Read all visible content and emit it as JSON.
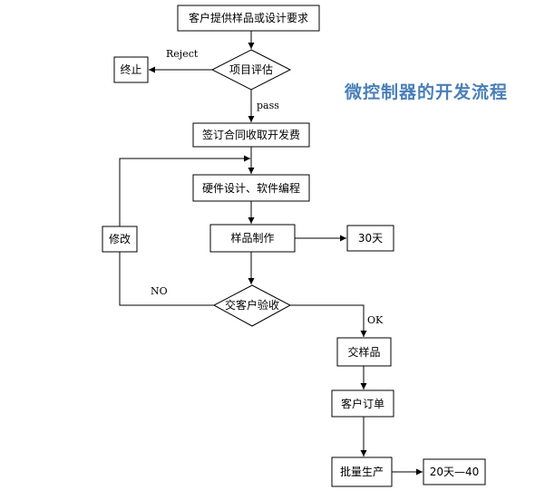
{
  "title": "微控制器的开发流程",
  "nodes": {
    "request": "客户提供样品或设计要求",
    "evaluate": "项目评估",
    "terminate": "终止",
    "contract": "签订合同收取开发费",
    "design": "硬件设计、软件编程",
    "sample": "样品制作",
    "sample_time": "30天",
    "modify": "修改",
    "acceptance": "交客户验收",
    "deliver": "交样品",
    "order": "客户订单",
    "production": "批量生产",
    "production_time": "20天—40"
  },
  "edges": {
    "reject": "Reject",
    "pass": "pass",
    "no": "NO",
    "ok": "OK"
  },
  "colors": {
    "title": "#4a7fb8",
    "line": "#000000",
    "box_fill": "#ffffff"
  }
}
